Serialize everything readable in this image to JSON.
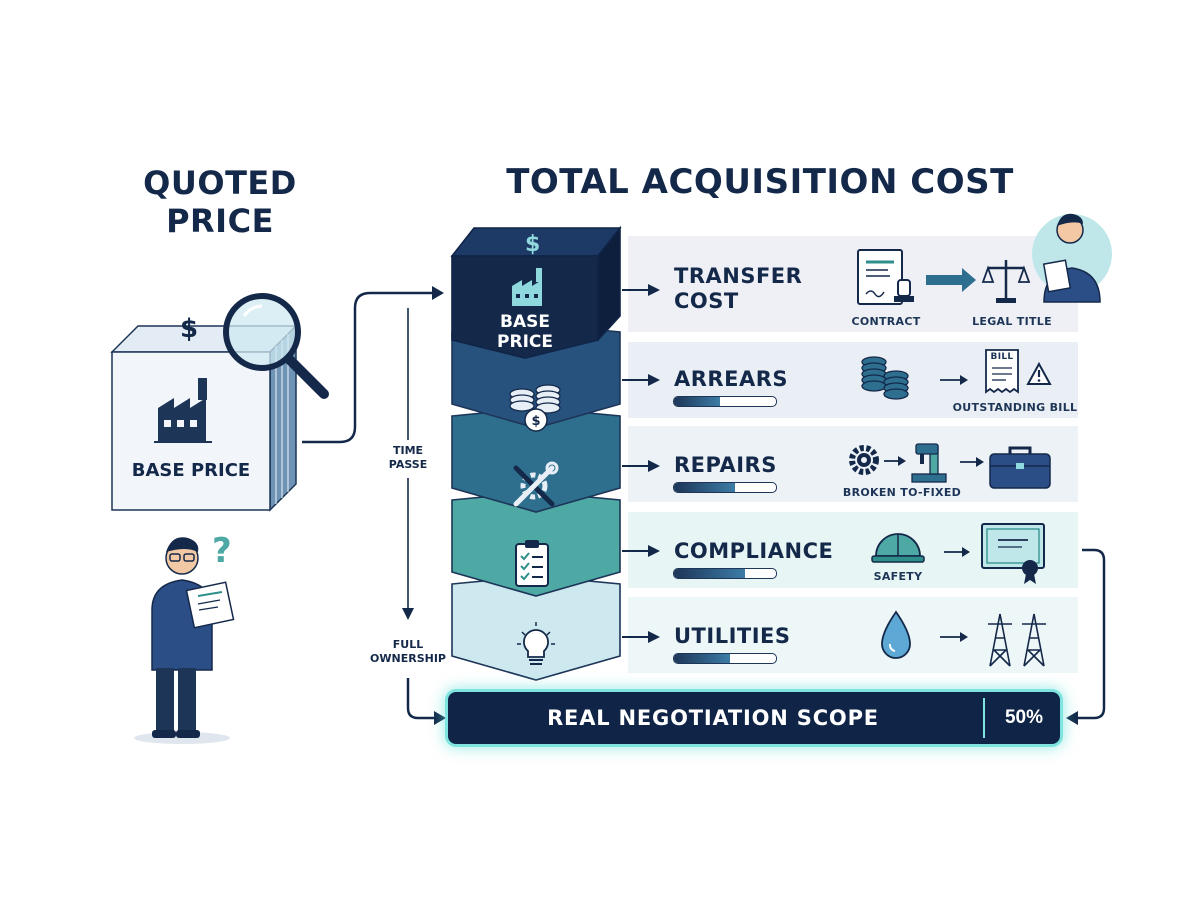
{
  "titles": {
    "quoted": "QUOTED PRICE",
    "total": "TOTAL ACQUISITION COST"
  },
  "left_box": {
    "label": "BASE PRICE",
    "symbol": "$"
  },
  "stack": {
    "top_symbol": "$",
    "top_label_line1": "BASE",
    "top_label_line2": "PRICE"
  },
  "rows": [
    {
      "label_line1": "TRANSFER",
      "label_line2": "COST",
      "caption_left": "CONTRACT",
      "caption_right": "LEGAL TITLE"
    },
    {
      "label": "ARREARS",
      "progress": 0.45,
      "doc_text": "BILL",
      "caption": "OUTSTANDING BILL"
    },
    {
      "label": "REPAIRS",
      "progress": 0.6,
      "caption": "BROKEN TO-FIXED"
    },
    {
      "label": "COMPLIANCE",
      "progress": 0.7,
      "caption": "SAFETY"
    },
    {
      "label": "UTILITIES",
      "progress": 0.55
    }
  ],
  "timeline": {
    "start_line1": "TIME",
    "start_line2": "PASSE",
    "end_line1": "FULL",
    "end_line2": "OWNERSHIP"
  },
  "scope": {
    "label": "REAL NEGOTIATION SCOPE",
    "value": "50%"
  },
  "colors": {
    "navy": "#14294a",
    "teal_glow": "#7fe3df",
    "row_bg": "#eef1f6"
  },
  "icons": [
    "factory-icon",
    "magnifier-icon",
    "coins-icon",
    "tools-icon",
    "clipboard-icon",
    "lightbulb-icon",
    "contract-icon",
    "scales-icon",
    "bill-icon",
    "warning-icon",
    "gear-icon",
    "machine-icon",
    "toolbox-icon",
    "hardhat-icon",
    "certificate-icon",
    "water-drop-icon",
    "power-tower-icon",
    "person-icon"
  ]
}
